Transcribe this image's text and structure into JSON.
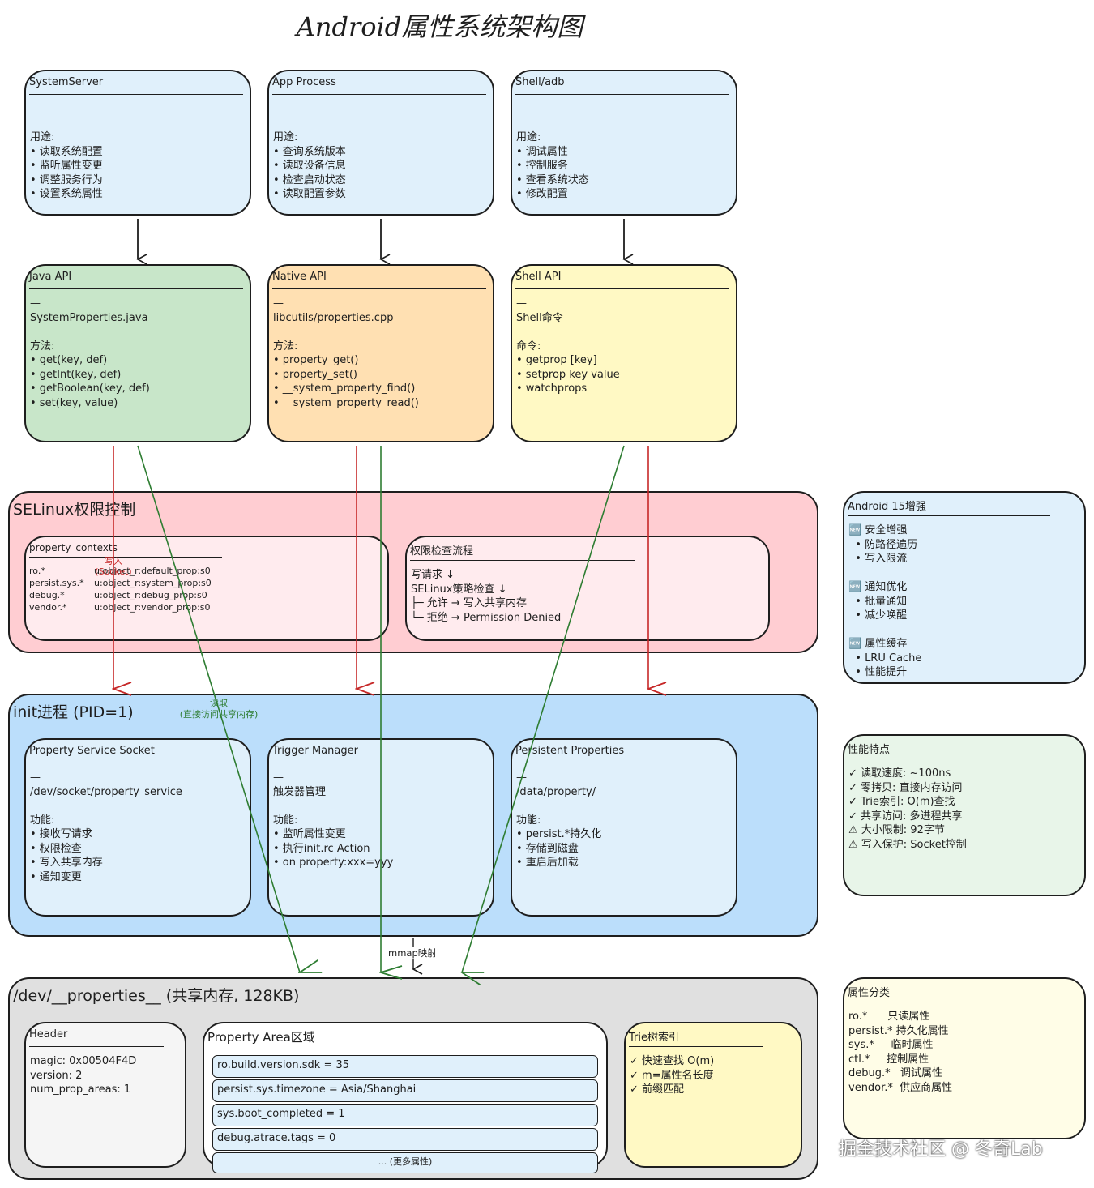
{
  "title": "Android属性系统架构图",
  "clients": [
    {
      "name": "SystemServer",
      "lines": [
        "—",
        "",
        "用途:",
        "• 读取系统配置",
        "• 监听属性变更",
        "• 调整服务行为",
        "• 设置系统属性"
      ]
    },
    {
      "name": "App Process",
      "lines": [
        "—",
        "",
        "用途:",
        "• 查询系统版本",
        "• 读取设备信息",
        "• 检查启动状态",
        "• 读取配置参数"
      ]
    },
    {
      "name": "Shell/adb",
      "lines": [
        "—",
        "",
        "用途:",
        "• 调试属性",
        "• 控制服务",
        "• 查看系统状态",
        "• 修改配置"
      ]
    }
  ],
  "apis": [
    {
      "name": "Java API",
      "lines": [
        "—",
        "SystemProperties.java",
        "",
        "方法:",
        "• get(key, def)",
        "• getInt(key, def)",
        "• getBoolean(key, def)",
        "• set(key, value)"
      ]
    },
    {
      "name": "Native API",
      "lines": [
        "—",
        "libcutils/properties.cpp",
        "",
        "方法:",
        "• property_get()",
        "• property_set()",
        "• __system_property_find()",
        "• __system_property_read()"
      ]
    },
    {
      "name": "Shell API",
      "lines": [
        "—",
        "Shell命令",
        "",
        "命令:",
        "• getprop [key]",
        "• setprop key value",
        "• watchprops"
      ]
    }
  ],
  "selinux": {
    "label": "SELinux权限控制",
    "contexts": {
      "title": "property_contexts",
      "rows": [
        {
          "prefix": "ro.*",
          "context": "u:object_r:default_prop:s0"
        },
        {
          "prefix": "persist.sys.*",
          "context": "u:object_r:system_prop:s0"
        },
        {
          "prefix": "debug.*",
          "context": "u:object_r:debug_prop:s0"
        },
        {
          "prefix": "vendor.*",
          "context": "u:object_r:vendor_prop:s0"
        }
      ]
    },
    "flow": {
      "title": "权限检查流程",
      "lines": [
        "写请求 ↓",
        "SELinux策略检查 ↓",
        "├─ 允许 → 写入共享内存",
        "└─ 拒绝 → Permission Denied"
      ]
    }
  },
  "init": {
    "label": "init进程 (PID=1)",
    "cards": [
      {
        "name": "Property Service Socket",
        "lines": [
          "—",
          "/dev/socket/property_service",
          "",
          "功能:",
          "• 接收写请求",
          "• 权限检查",
          "• 写入共享内存",
          "• 通知变更"
        ]
      },
      {
        "name": "Trigger Manager",
        "lines": [
          "—",
          "触发器管理",
          "",
          "功能:",
          "• 监听属性变更",
          "• 执行init.rc Action",
          "• on property:xxx=yyy"
        ]
      },
      {
        "name": "Persistent Properties",
        "lines": [
          "—",
          "/data/property/",
          "",
          "功能:",
          "• persist.*持久化",
          "• 存储到磁盘",
          "• 重启后加载"
        ]
      }
    ]
  },
  "shm": {
    "label": "/dev/__properties__ (共享内存, 128KB)",
    "header": {
      "title": "Header",
      "lines": [
        "magic: 0x00504F4D",
        "version: 2",
        "num_prop_areas: 1"
      ]
    },
    "area": {
      "title": "Property Area区域",
      "rows": [
        "ro.build.version.sdk = 35",
        "persist.sys.timezone = Asia/Shanghai",
        "sys.boot_completed = 1",
        "debug.atrace.tags = 0"
      ],
      "more": "... (更多属性)"
    },
    "trie": {
      "title": "Trie树索引",
      "lines": [
        "✓ 快速查找 O(m)",
        "✓ m=属性名长度",
        "✓ 前缀匹配"
      ]
    }
  },
  "side": {
    "android15": {
      "title": "Android 15增强",
      "lines": [
        "🆕 安全增强",
        "  • 防路径遍历",
        "  • 写入限流",
        "",
        "🆕 通知优化",
        "  • 批量通知",
        "  • 减少唤醒",
        "",
        "🆕 属性缓存",
        "  • LRU Cache",
        "  • 性能提升"
      ]
    },
    "perf": {
      "title": "性能特点",
      "lines": [
        "✓ 读取速度: ~100ns",
        "✓ 零拷贝: 直接内存访问",
        "✓ Trie索引: O(m)查找",
        "✓ 共享访问: 多进程共享",
        "⚠ 大小限制: 92字节",
        "⚠ 写入保护: Socket控制"
      ]
    },
    "categories": {
      "title": "属性分类",
      "lines": [
        "ro.*      只读属性",
        "persist.* 持久化属性",
        "sys.*     临时属性",
        "ctl.*     控制属性",
        "debug.*   调试属性",
        "vendor.*  供应商属性"
      ]
    }
  },
  "edge_labels": {
    "write": "写入",
    "write_sub": "(Socket)",
    "read": "读取",
    "read_sub": "(直接访问共享内存)",
    "mmap": "mmap映射"
  },
  "watermark": "掘金技术社区 @ 冬奇Lab",
  "colors": {
    "client_fill": "#e0f0fb",
    "java_fill": "#c8e6c9",
    "native_fill": "#ffe0b2",
    "shell_fill": "#fff9c4",
    "selinux_fill": "#ffcdd2",
    "selinux_inner": "#ffebee",
    "init_fill": "#bbdefb",
    "shm_fill": "#e0e0e0",
    "write_arrow": "#c62828",
    "read_arrow": "#2e7d32"
  }
}
